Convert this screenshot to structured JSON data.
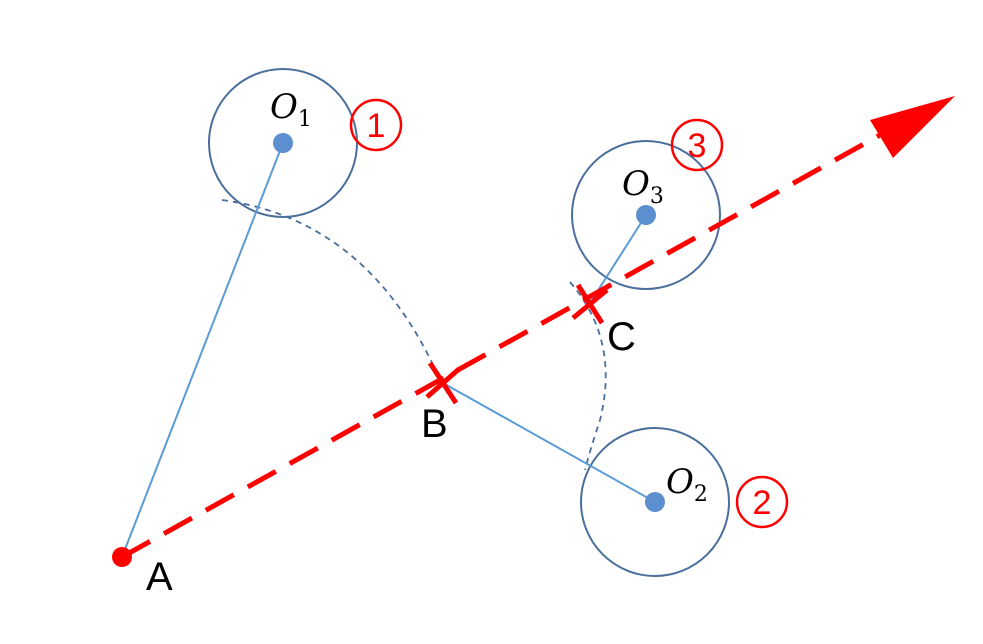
{
  "points": {
    "A": "A",
    "B": "B",
    "C": "C"
  },
  "centers": [
    {
      "letter": "O",
      "sub": "1",
      "number": "1"
    },
    {
      "letter": "O",
      "sub": "2",
      "number": "2"
    },
    {
      "letter": "O",
      "sub": "3",
      "number": "3"
    }
  ],
  "colors": {
    "path": "#ff0000",
    "circle": "#4a6f9c",
    "connector": "#5b9bd5",
    "center_dot": "#5b8fcf",
    "arc": "#4a6f9c"
  }
}
